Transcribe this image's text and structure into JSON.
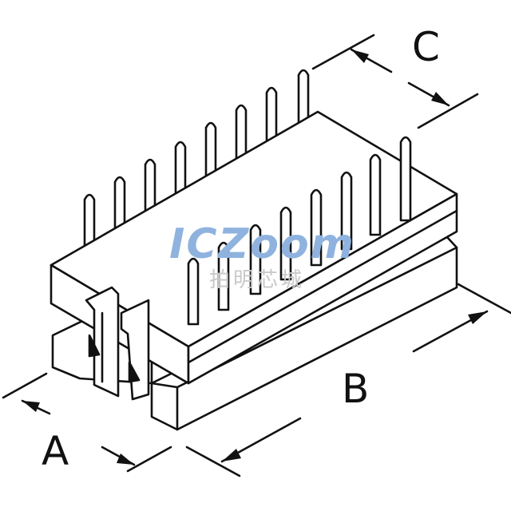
{
  "dimensions": {
    "a": "A",
    "b": "B",
    "c": "C"
  },
  "watermark": {
    "logo": "ICZoom",
    "subtitle": "拍明芯城"
  },
  "colors": {
    "line": "#111111",
    "fill": "#ffffff",
    "watermark_blue": "#8fb3de",
    "watermark_orange": "#f3c48f"
  }
}
